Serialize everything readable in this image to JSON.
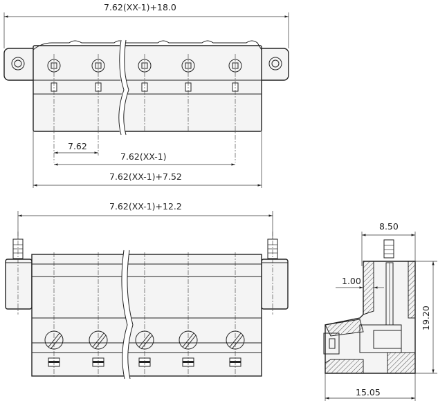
{
  "dimensions": {
    "top_overall": "7.62(XX-1)+18.0",
    "pitch": "7.62",
    "pitch_span": "7.62(XX-1)",
    "body_length": "7.62(XX-1)+7.52",
    "front_overall": "7.62(XX-1)+12.2",
    "side_width_top": "8.50",
    "side_wall": "1.00",
    "side_height": "19.20",
    "side_width_bottom": "15.05"
  },
  "pin_count_shown": 5
}
